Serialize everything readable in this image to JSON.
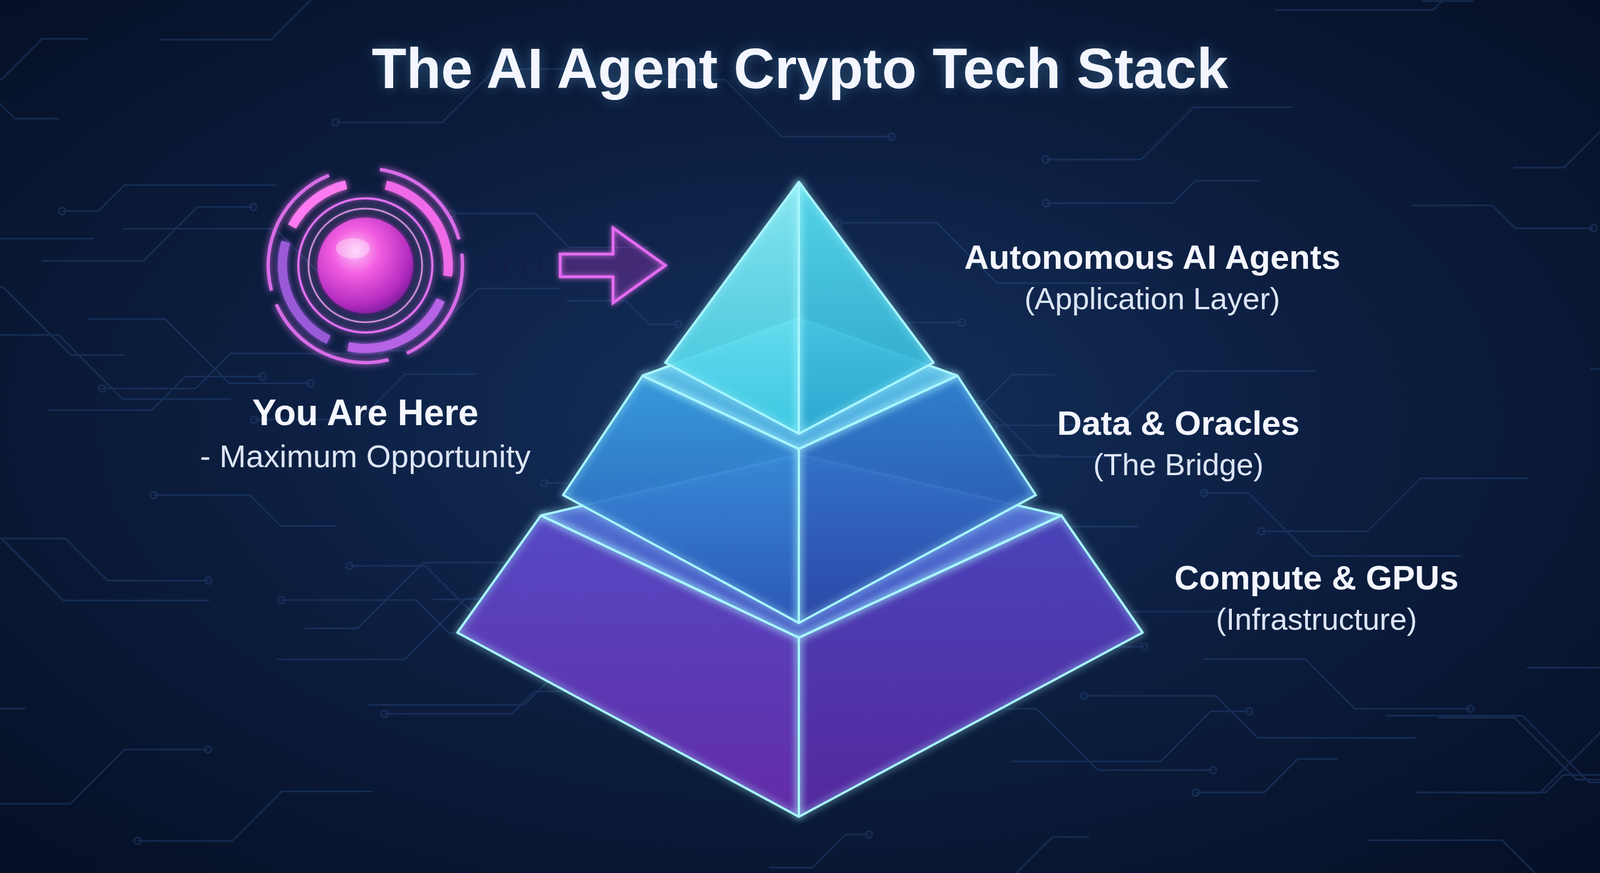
{
  "diagram": {
    "title": "The AI Agent Crypto Tech Stack",
    "nodes": [
      {
        "text": [
          "You Are Here",
          "- Maximum Opportunity"
        ]
      },
      {
        "text": [
          "Autonomous AI Agents",
          "(Application Layer)"
        ]
      },
      {
        "text": [
          "Data & Oracles",
          "(The Bridge)"
        ]
      },
      {
        "text": [
          "Compute & GPUs",
          "(Infrastructure)"
        ]
      }
    ],
    "edges": [
      {
        "from": 0,
        "to": 1,
        "arrow": "to"
      }
    ]
  }
}
